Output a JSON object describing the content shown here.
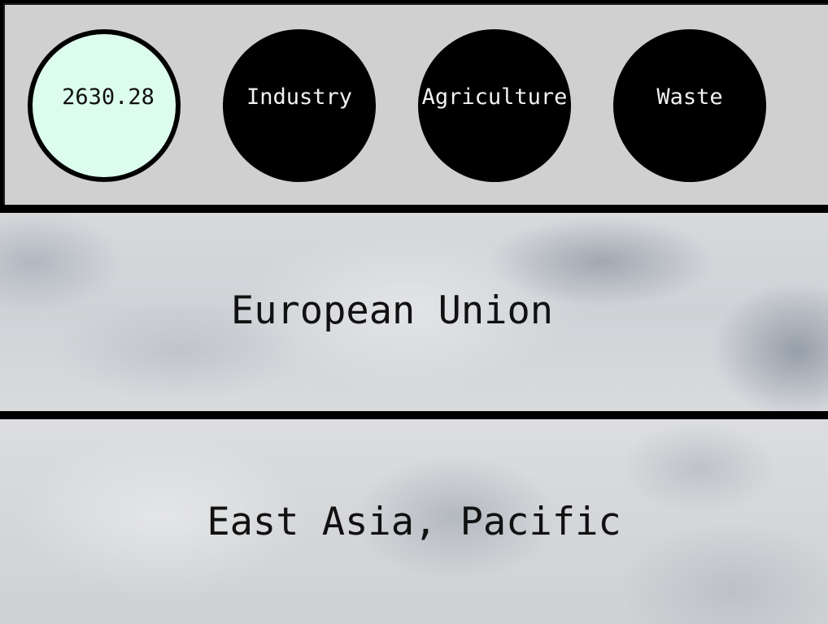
{
  "toolbar": {
    "items": [
      {
        "label": "2630.28",
        "selected": true
      },
      {
        "label": "Industry",
        "selected": false
      },
      {
        "label": "Agriculture",
        "selected": false
      },
      {
        "label": "Waste",
        "selected": false
      }
    ]
  },
  "regions": [
    {
      "label": "European Union"
    },
    {
      "label": "East Asia, Pacific"
    }
  ],
  "colors": {
    "panel_background": "#d0d0d0",
    "selected_circle": "#dcfdee",
    "unselected_circle": "#000000",
    "divider": "#000000"
  }
}
